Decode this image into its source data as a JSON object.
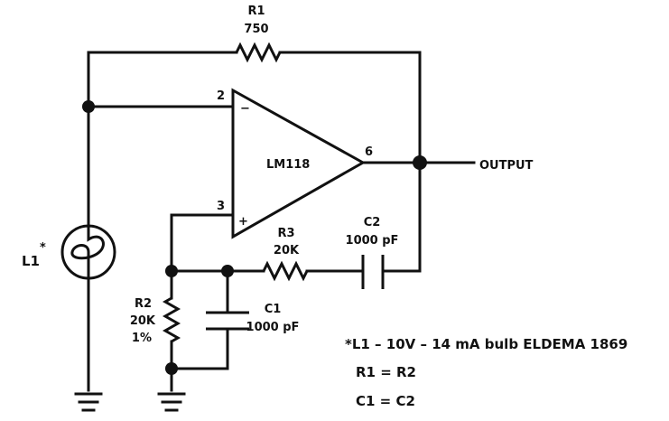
{
  "components": {
    "r1": {
      "name": "R1",
      "value": "750"
    },
    "r2": {
      "name": "R2",
      "value": "20K",
      "tolerance": "1%"
    },
    "r3": {
      "name": "R3",
      "value": "20K"
    },
    "c1": {
      "name": "C1",
      "value": "1000 pF"
    },
    "c2": {
      "name": "C2",
      "value": "1000 pF"
    },
    "l1": {
      "name": "L1",
      "mark": "*"
    },
    "opamp": {
      "name": "LM118",
      "inv_pin": "2",
      "noninv_pin": "3",
      "out_pin": "6",
      "minus_sign": "−",
      "plus_sign": "+"
    }
  },
  "output_label": "OUTPUT",
  "notes": {
    "line1": "*L1 – 10V – 14 mA bulb ELDEMA 1869",
    "line2": "R1 = R2",
    "line3": "C1 = C2"
  }
}
